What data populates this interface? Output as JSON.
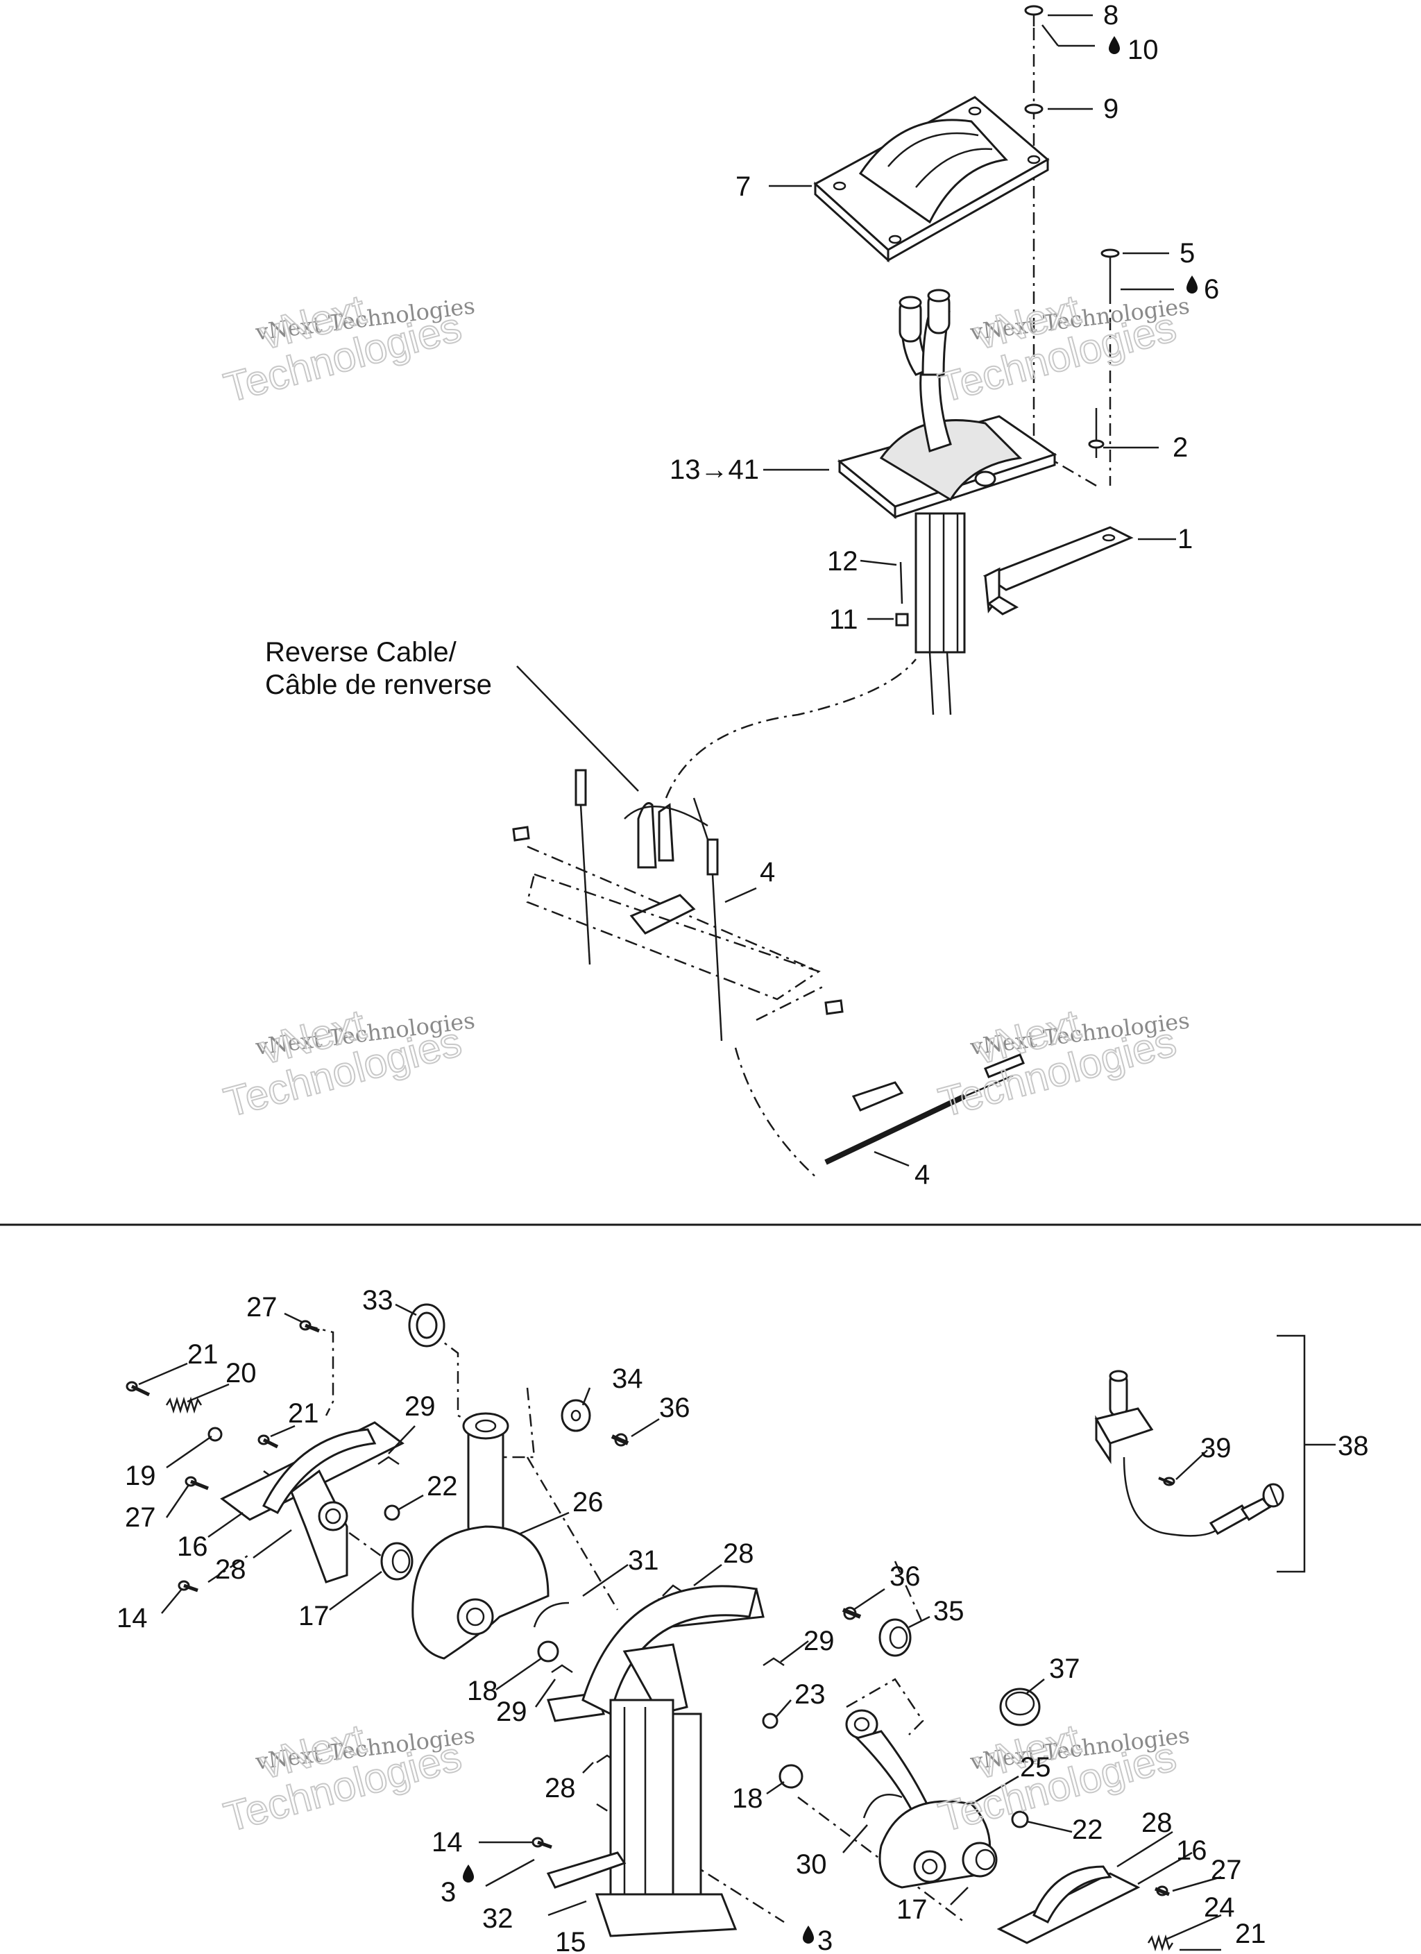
{
  "callouts": [
    {
      "id": "c8",
      "text": "8"
    },
    {
      "id": "c10",
      "text": "10"
    },
    {
      "id": "c9",
      "text": "9"
    },
    {
      "id": "c7",
      "text": "7"
    },
    {
      "id": "c5",
      "text": "5"
    },
    {
      "id": "c6",
      "text": "6"
    },
    {
      "id": "c2",
      "text": "2"
    },
    {
      "id": "c13",
      "text": "13→41"
    },
    {
      "id": "c1",
      "text": "1"
    },
    {
      "id": "c12",
      "text": "12"
    },
    {
      "id": "c11",
      "text": "11"
    },
    {
      "id": "c4a",
      "text": "4"
    },
    {
      "id": "c4b",
      "text": "4"
    },
    {
      "id": "c27a",
      "text": "27"
    },
    {
      "id": "c33",
      "text": "33"
    },
    {
      "id": "c21a",
      "text": "21"
    },
    {
      "id": "c20",
      "text": "20"
    },
    {
      "id": "c21b",
      "text": "21"
    },
    {
      "id": "c29a",
      "text": "29"
    },
    {
      "id": "c34",
      "text": "34"
    },
    {
      "id": "c36a",
      "text": "36"
    },
    {
      "id": "c19",
      "text": "19"
    },
    {
      "id": "c22a",
      "text": "22"
    },
    {
      "id": "c27b",
      "text": "27"
    },
    {
      "id": "c26",
      "text": "26"
    },
    {
      "id": "c16a",
      "text": "16"
    },
    {
      "id": "c28a",
      "text": "28"
    },
    {
      "id": "c31",
      "text": "31"
    },
    {
      "id": "c28b",
      "text": "28"
    },
    {
      "id": "c14a",
      "text": "14"
    },
    {
      "id": "c17a",
      "text": "17"
    },
    {
      "id": "c36b",
      "text": "36"
    },
    {
      "id": "c35",
      "text": "35"
    },
    {
      "id": "c29b",
      "text": "29"
    },
    {
      "id": "c18a",
      "text": "18"
    },
    {
      "id": "c29c",
      "text": "29"
    },
    {
      "id": "c23",
      "text": "23"
    },
    {
      "id": "c37",
      "text": "37"
    },
    {
      "id": "c25",
      "text": "25"
    },
    {
      "id": "c28c",
      "text": "28"
    },
    {
      "id": "c18b",
      "text": "18"
    },
    {
      "id": "c22b",
      "text": "22"
    },
    {
      "id": "c28d",
      "text": "28"
    },
    {
      "id": "c16b",
      "text": "16"
    },
    {
      "id": "c30",
      "text": "30"
    },
    {
      "id": "c27c",
      "text": "27"
    },
    {
      "id": "c14b",
      "text": "14"
    },
    {
      "id": "c3a",
      "text": "3"
    },
    {
      "id": "c24",
      "text": "24"
    },
    {
      "id": "c32",
      "text": "32"
    },
    {
      "id": "c17b",
      "text": "17"
    },
    {
      "id": "c21c",
      "text": "21"
    },
    {
      "id": "c15",
      "text": "15"
    },
    {
      "id": "c3b",
      "text": "3"
    },
    {
      "id": "c39",
      "text": "39"
    },
    {
      "id": "c38",
      "text": "38"
    }
  ],
  "caption": {
    "line1": "Reverse Cable/",
    "line2": "Câble de renverse"
  },
  "watermark": {
    "line1": "vNext Technologies",
    "line2": "vNext",
    "line3": "Technologies"
  }
}
